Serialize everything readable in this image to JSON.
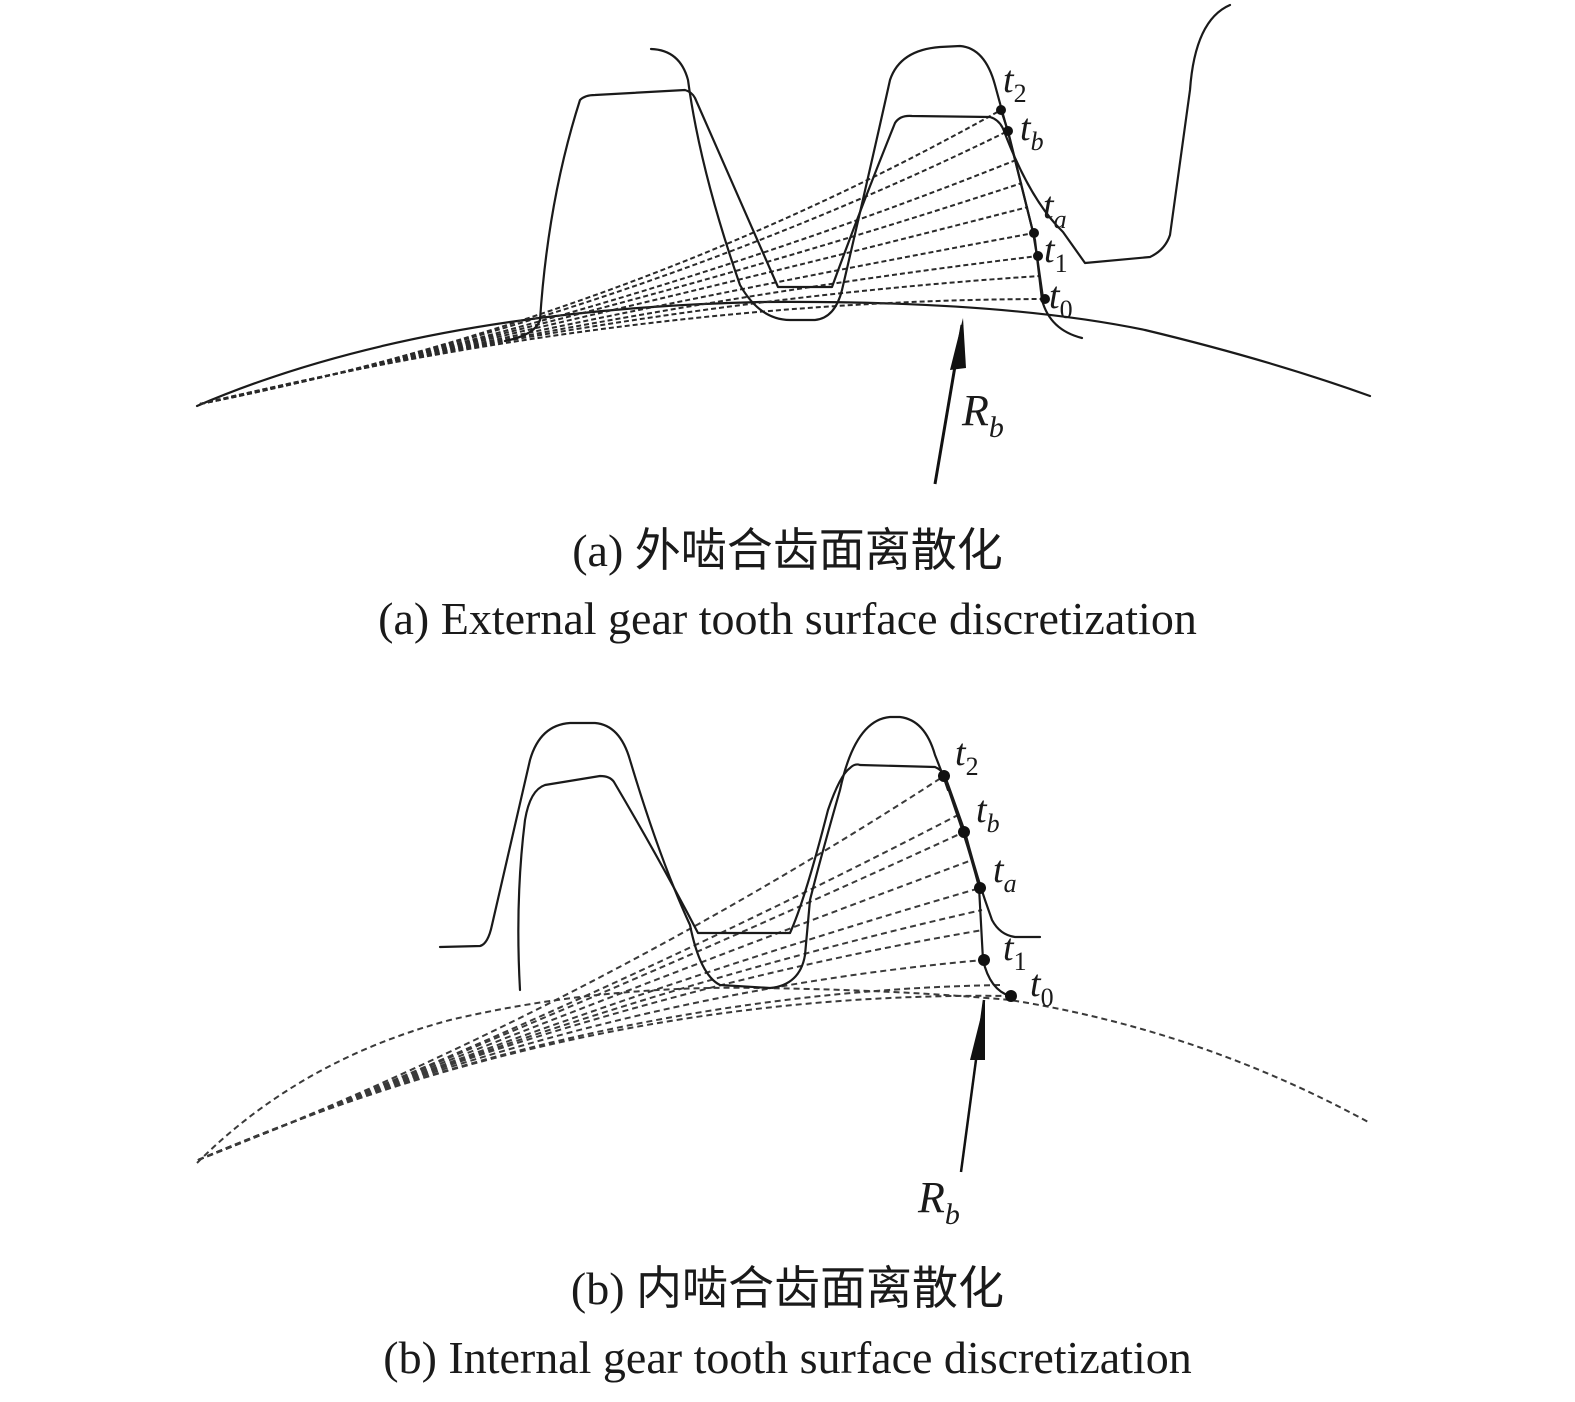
{
  "panels": [
    {
      "id": "a",
      "caption_cn": "(a) 外啮合齿面离散化",
      "caption_en": "(a) External gear tooth surface discretization",
      "points": [
        {
          "base": "t",
          "sub": "2"
        },
        {
          "base": "t",
          "sub": "b"
        },
        {
          "base": "t",
          "sub": "a"
        },
        {
          "base": "t",
          "sub": "1"
        },
        {
          "base": "t",
          "sub": "0"
        }
      ],
      "radius_label": {
        "base": "R",
        "sub": "b"
      }
    },
    {
      "id": "b",
      "caption_cn": "(b) 内啮合齿面离散化",
      "caption_en": "(b) Internal gear tooth surface discretization",
      "points": [
        {
          "base": "t",
          "sub": "2"
        },
        {
          "base": "t",
          "sub": "b"
        },
        {
          "base": "t",
          "sub": "a"
        },
        {
          "base": "t",
          "sub": "1"
        },
        {
          "base": "t",
          "sub": "0"
        }
      ],
      "radius_label": {
        "base": "R",
        "sub": "b"
      }
    }
  ],
  "colors": {
    "ink": "#1a1a1a",
    "background": "#ffffff"
  }
}
